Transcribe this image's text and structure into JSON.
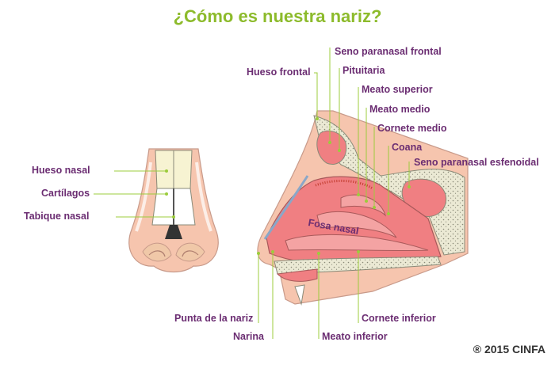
{
  "title": "¿Cómo es nuestra nariz?",
  "front_labels": {
    "hueso_nasal": "Hueso nasal",
    "cartilagos": "Cartílagos",
    "tabique_nasal": "Tabique nasal"
  },
  "side_labels": {
    "seno_frontal": "Seno paranasal frontal",
    "hueso_frontal": "Hueso frontal",
    "pituitaria": "Pituitaria",
    "meato_superior": "Meato superior",
    "meato_medio": "Meato medio",
    "cornete_medio": "Cornete medio",
    "coana": "Coana",
    "seno_esfenoidal": "Seno paranasal esfenoidal",
    "fosa_nasal": "Fosa nasal",
    "punta_nariz": "Punta de la nariz",
    "narina": "Narina",
    "meato_inferior": "Meato inferior",
    "cornete_inferior": "Cornete inferior"
  },
  "copyright": "® 2015 CINFA",
  "colors": {
    "title": "#8dbb2c",
    "label": "#6b2d72",
    "leader": "#9ccc3c",
    "skin": "#f6c5ae",
    "cavity": "#f07f82",
    "bone": "#e9e7cf",
    "cartilage": "#f7f3d2"
  }
}
